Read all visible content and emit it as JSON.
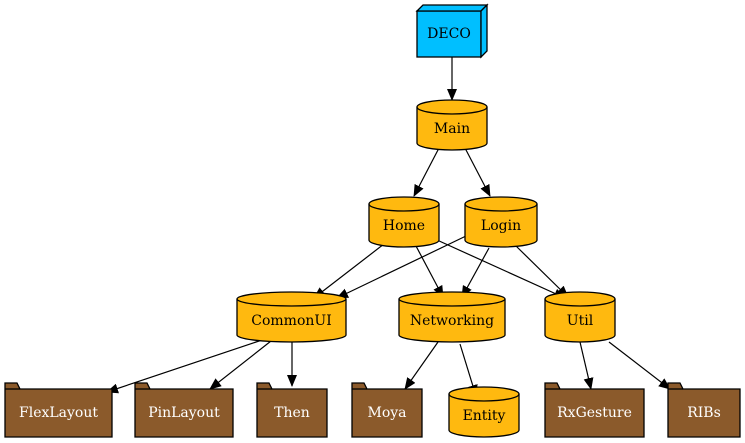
{
  "nodes": {
    "deco": {
      "label": "DECO",
      "shape": "box3d",
      "fill": "#00bfff"
    },
    "main": {
      "label": "Main",
      "shape": "cylinder",
      "fill": "#ffb90f"
    },
    "home": {
      "label": "Home",
      "shape": "cylinder",
      "fill": "#ffb90f"
    },
    "login": {
      "label": "Login",
      "shape": "cylinder",
      "fill": "#ffb90f"
    },
    "commonui": {
      "label": "CommonUI",
      "shape": "cylinder",
      "fill": "#ffb90f"
    },
    "networking": {
      "label": "Networking",
      "shape": "cylinder",
      "fill": "#ffb90f"
    },
    "util": {
      "label": "Util",
      "shape": "cylinder",
      "fill": "#ffb90f"
    },
    "entity": {
      "label": "Entity",
      "shape": "cylinder",
      "fill": "#ffb90f"
    },
    "flexlayout": {
      "label": "FlexLayout",
      "shape": "folder",
      "fill": "#8b5a2b"
    },
    "pinlayout": {
      "label": "PinLayout",
      "shape": "folder",
      "fill": "#8b5a2b"
    },
    "then": {
      "label": "Then",
      "shape": "folder",
      "fill": "#8b5a2b"
    },
    "moya": {
      "label": "Moya",
      "shape": "folder",
      "fill": "#8b5a2b"
    },
    "rxgesture": {
      "label": "RxGesture",
      "shape": "folder",
      "fill": "#8b5a2b"
    },
    "ribs": {
      "label": "RIBs",
      "shape": "folder",
      "fill": "#8b5a2b"
    }
  },
  "edges": [
    [
      "deco",
      "main"
    ],
    [
      "main",
      "home"
    ],
    [
      "main",
      "login"
    ],
    [
      "home",
      "commonui"
    ],
    [
      "home",
      "networking"
    ],
    [
      "home",
      "util"
    ],
    [
      "login",
      "commonui"
    ],
    [
      "login",
      "networking"
    ],
    [
      "login",
      "util"
    ],
    [
      "commonui",
      "flexlayout"
    ],
    [
      "commonui",
      "pinlayout"
    ],
    [
      "commonui",
      "then"
    ],
    [
      "networking",
      "moya"
    ],
    [
      "networking",
      "entity"
    ],
    [
      "util",
      "rxgesture"
    ],
    [
      "util",
      "ribs"
    ]
  ]
}
